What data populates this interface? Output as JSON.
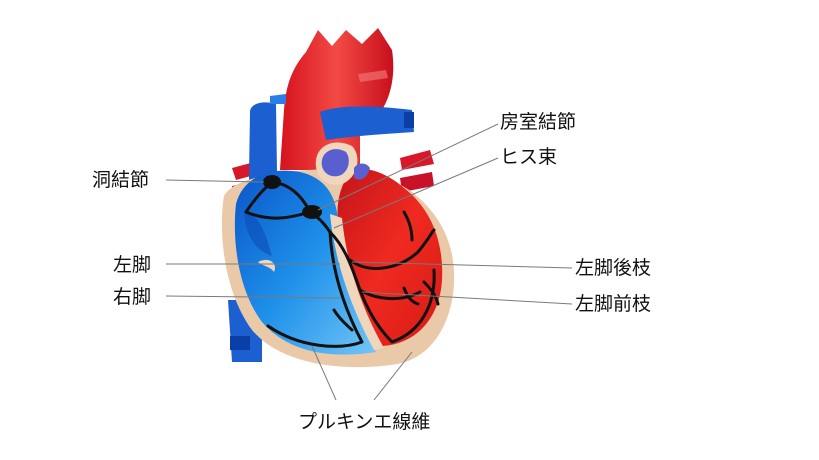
{
  "labels": {
    "sa_node": "洞結節",
    "av_node": "房室結節",
    "his_bundle": "ヒス束",
    "left_bundle": "左脚",
    "right_bundle": "右脚",
    "left_posterior_fascicle": "左脚後枝",
    "left_anterior_fascicle": "左脚前枝",
    "purkinje_fibers": "プルキンエ線維"
  },
  "colors": {
    "aorta": "#e8202a",
    "left_heart": "#e8241c",
    "right_heart": "#1f8fe6",
    "veins": "#1b5fd0",
    "wall": "#e9c9a8",
    "conduction": "#111111",
    "leader": "#777777"
  }
}
